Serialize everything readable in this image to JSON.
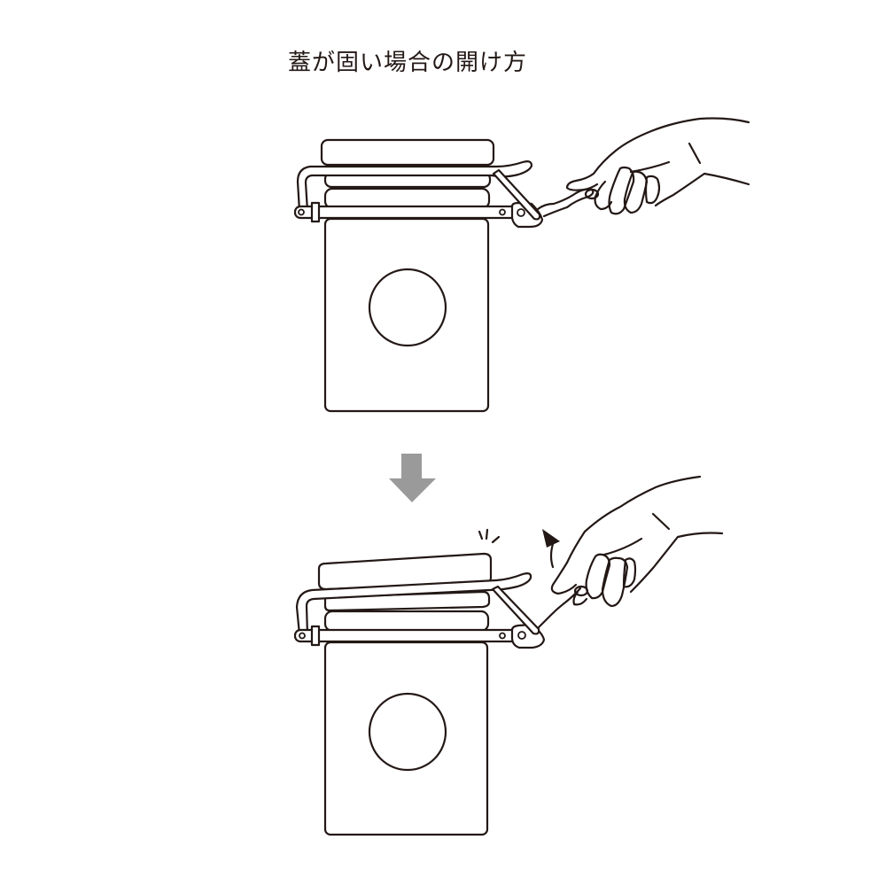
{
  "title": "蓋が固い場合の開け方",
  "steps": [
    {
      "id": "before",
      "description": "jar with clamp lid closed, hand gripping lever"
    },
    {
      "id": "after",
      "description": "lid popped open, hand lifting lever"
    }
  ],
  "arrow": {
    "direction": "down",
    "color": "#9a9a9a"
  },
  "motion_arrow": {
    "direction": "up",
    "color": "#231815"
  },
  "colors": {
    "line": "#231815",
    "background": "#ffffff"
  }
}
